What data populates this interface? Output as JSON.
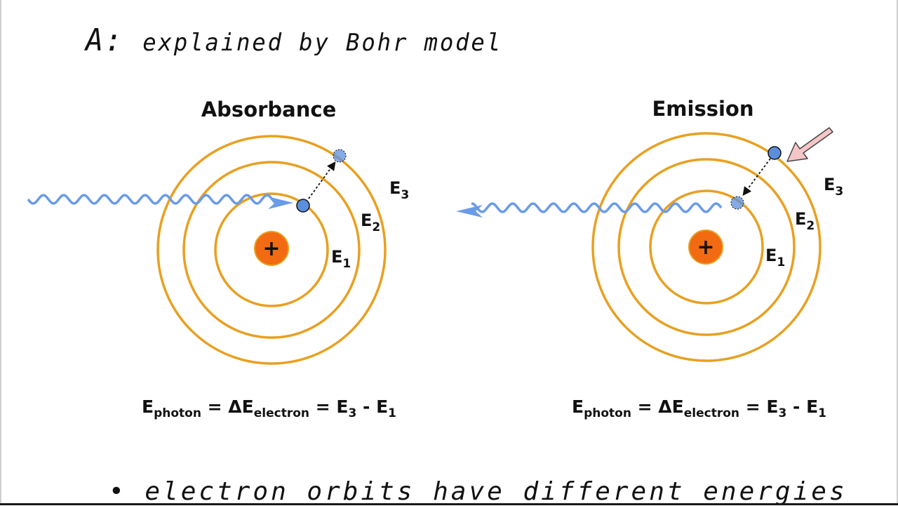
{
  "heading": {
    "label": "A:",
    "text": "explained by Bohr model"
  },
  "bullet_text": "• electron orbits have different energies",
  "absorbance": {
    "title": "Absorbance",
    "levels": [
      {
        "name": "E",
        "sub": "1"
      },
      {
        "name": "E",
        "sub": "2"
      },
      {
        "name": "E",
        "sub": "3"
      }
    ],
    "nucleus_symbol": "+",
    "equation": {
      "lhs": "E",
      "lhs_sub": "photon",
      "eq1": " = ",
      "mid": "ΔE",
      "mid_sub": "electron",
      "eq2": " = E",
      "r1_sub": "3",
      "minus": " - E",
      "r2_sub": "1"
    }
  },
  "emission": {
    "title": "Emission",
    "levels": [
      {
        "name": "E",
        "sub": "1"
      },
      {
        "name": "E",
        "sub": "2"
      },
      {
        "name": "E",
        "sub": "3"
      }
    ],
    "nucleus_symbol": "+",
    "equation": {
      "lhs": "E",
      "lhs_sub": "photon",
      "eq1": " = ",
      "mid": "ΔE",
      "mid_sub": "electron",
      "eq2": " = E",
      "r1_sub": "3",
      "minus": " - E",
      "r2_sub": "1"
    }
  },
  "colors": {
    "orbit": "#e8a020",
    "nucleus": "#f26a12",
    "electron": "#5b8fdc",
    "photon": "#6a9be8",
    "incoming_arrow": "#f6c6c6"
  }
}
